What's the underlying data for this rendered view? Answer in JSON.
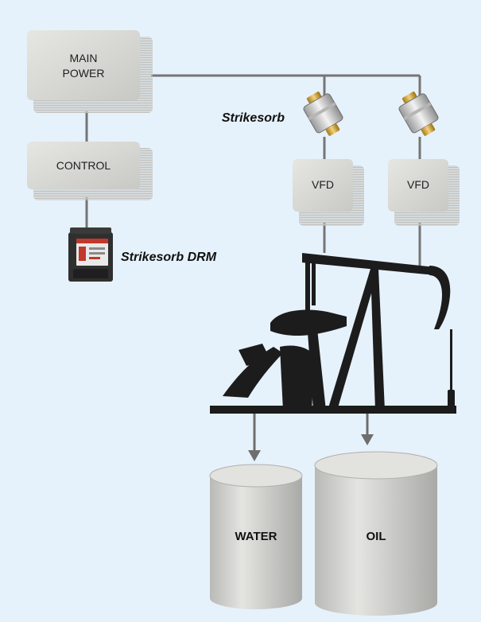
{
  "diagram": {
    "background_color": "#e6f2fb",
    "box_color": "#d9d9d6",
    "tank_color": "#cfcfcc",
    "line_color": "#757575",
    "nodes": {
      "main_power": {
        "line1": "MAIN",
        "line2": "POWER"
      },
      "control": {
        "label": "CONTROL"
      },
      "vfd_left": {
        "label": "VFD"
      },
      "vfd_right": {
        "label": "VFD"
      }
    },
    "products": {
      "strikesorb": "Strikesorb",
      "strikesorb_drm": "Strikesorb DRM"
    },
    "tanks": {
      "water": "WATER",
      "oil": "OIL"
    },
    "icons": {
      "surge_device": "cylindrical-surge-suppressor-icon",
      "din_rail_module": "din-rail-module-icon",
      "pumpjack": "pumpjack-silhouette-icon"
    }
  }
}
